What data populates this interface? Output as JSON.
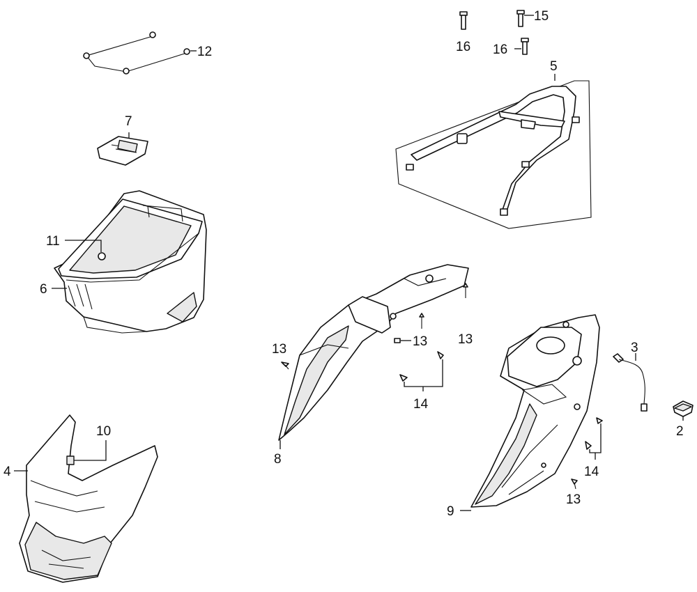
{
  "callouts": {
    "c2": "2",
    "c3": "3",
    "c4": "4",
    "c5": "5",
    "c6": "6",
    "c7": "7",
    "c8": "8",
    "c9": "9",
    "c10": "10",
    "c11": "11",
    "c12": "12",
    "c13a": "13",
    "c13b": "13",
    "c13c": "13",
    "c13d": "13",
    "c14a": "14",
    "c14b": "14",
    "c15": "15",
    "c16a": "16",
    "c16b": "16"
  },
  "colors": {
    "line": "#111111",
    "background": "#ffffff",
    "shade": "#e8e8e8"
  }
}
